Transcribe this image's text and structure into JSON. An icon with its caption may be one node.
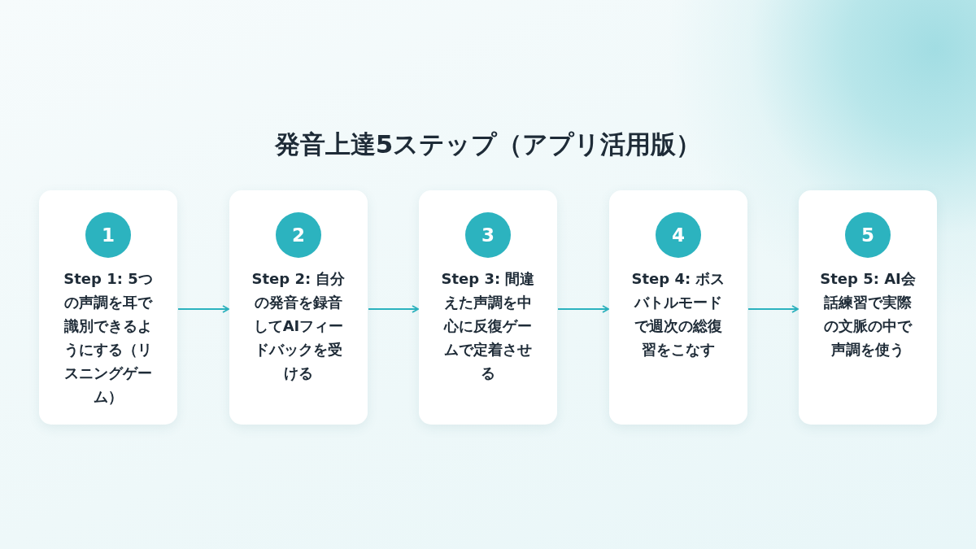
{
  "diagram": {
    "title": "発音上達5ステップ（アプリ活用版）",
    "nodes": [
      {
        "text": [
          "Step 1: 5つの声調を耳で識別できるようにする（リスニングゲーム）"
        ]
      },
      {
        "text": [
          "1"
        ],
        "in": 0
      },
      {
        "text": [
          "Step 2: 自分の発音を録音してAIフィードバックを受ける"
        ]
      },
      {
        "text": [
          "2"
        ],
        "in": 2
      },
      {
        "text": [
          "Step 3: 間違えた声調を中心に反復ゲームで定着させる"
        ]
      },
      {
        "text": [
          "3"
        ],
        "in": 4
      },
      {
        "text": [
          "Step 4: ボスバトルモードで週次の総復習をこなす"
        ]
      },
      {
        "text": [
          "4"
        ],
        "in": 6
      },
      {
        "text": [
          "Step 5: AI会話練習で実際の文脈の中で声調を使う"
        ]
      },
      {
        "text": [
          "5"
        ],
        "in": 8
      }
    ],
    "edges": [
      {
        "from": 0,
        "to": 2,
        "arrow": "to"
      },
      {
        "from": 2,
        "to": 4,
        "arrow": "to"
      },
      {
        "from": 4,
        "to": 6,
        "arrow": "to"
      },
      {
        "from": 6,
        "to": 8,
        "arrow": "to"
      }
    ]
  }
}
